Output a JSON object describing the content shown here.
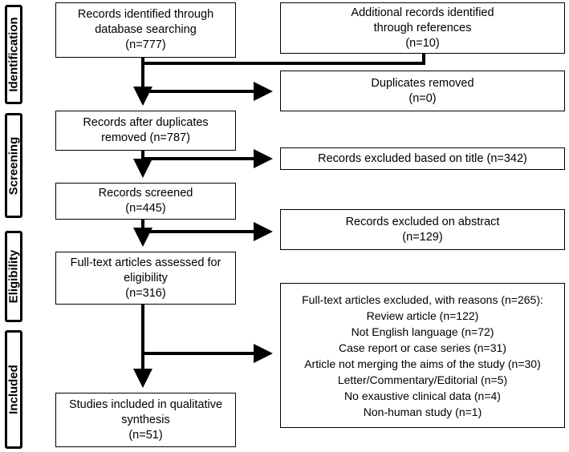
{
  "phases": [
    "Identification",
    "Screening",
    "Eligibility",
    "Included"
  ],
  "boxes": {
    "db_search": [
      "Records identified through",
      "database searching",
      "(n=777)"
    ],
    "refs": [
      "Additional records identified",
      "through references",
      "(n=10)"
    ],
    "duplicates": [
      "Duplicates removed",
      "(n=0)"
    ],
    "after_dup": [
      "Records after duplicates",
      "removed (n=787)"
    ],
    "excl_title": [
      "Records excluded based on title (n=342)"
    ],
    "screened": [
      "Records screened",
      "(n=445)"
    ],
    "excl_abstract": [
      "Records excluded on abstract",
      "(n=129)"
    ],
    "fulltext": [
      "Full-text articles assessed for",
      "eligibility",
      "(n=316)"
    ],
    "excl_fulltext": [
      "Full-text articles excluded, with reasons (n=265):",
      "Review article (n=122)",
      "Not English language (n=72)",
      "Case report or case series (n=31)",
      "Article not merging the aims of the study (n=30)",
      "Letter/Commentary/Editorial (n=5)",
      "No exaustive clinical data (n=4)",
      "Non-human study (n=1)"
    ],
    "included": [
      "Studies included in qualitative",
      "synthesis",
      "(n=51)"
    ]
  }
}
